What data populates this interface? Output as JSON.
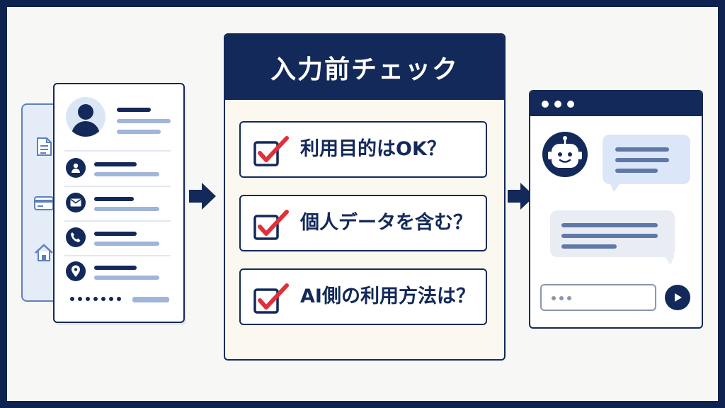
{
  "panel": {
    "title": "入力前チェック",
    "items": [
      {
        "label": "利用目的はOK？"
      },
      {
        "label": "個人データを含む？"
      },
      {
        "label": "AI側の利用方法は？"
      }
    ]
  },
  "icons": {
    "profile": [
      "avatar-icon"
    ],
    "rows": [
      "person-icon",
      "mail-icon",
      "phone-icon",
      "location-pin-icon"
    ],
    "back_card": [
      "document-icon",
      "credit-card-icon",
      "home-icon"
    ],
    "chat": [
      "robot-icon",
      "send-icon"
    ]
  },
  "colors": {
    "navy": "#13295a",
    "check_red": "#e0303a",
    "light_blue": "#9fb5da",
    "bubble_blue": "#dbe7f8",
    "panel_cream": "#fbf8f0"
  }
}
